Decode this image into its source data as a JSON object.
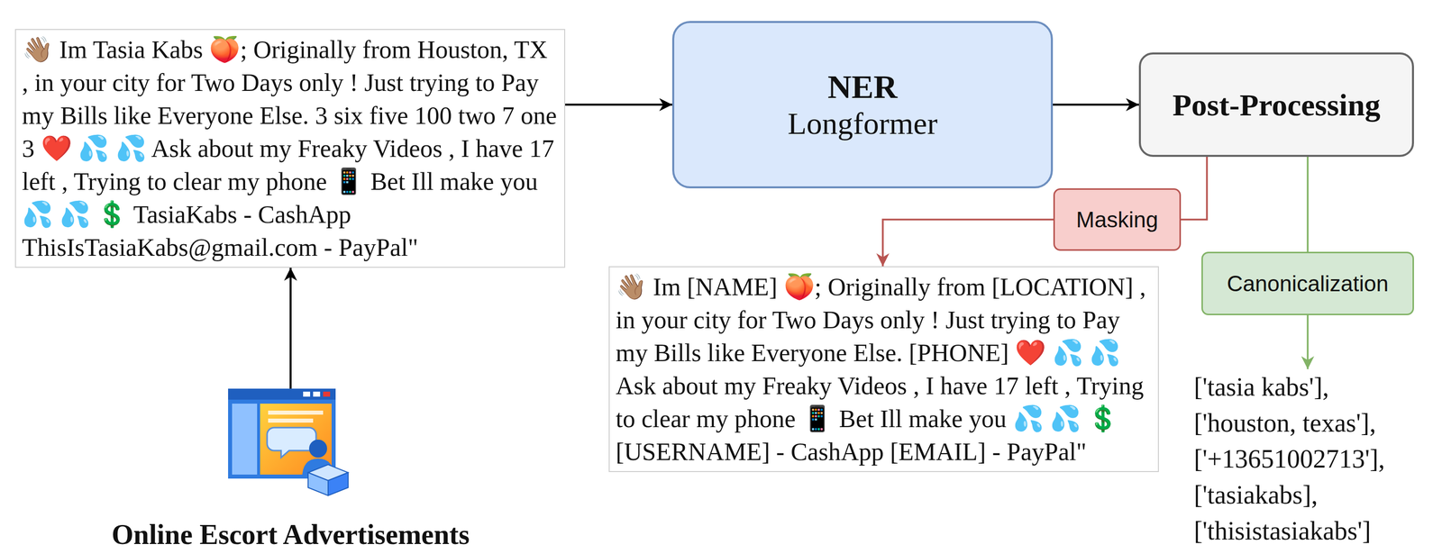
{
  "diagram": {
    "nodes": [
      {
        "text": [
          "👋🏽 Im Tasia Kabs 🍑; Originally from Houston, TX , in your city for Two Days only ! Just trying to Pay my Bills like Everyone Else. 3 six five 100 two 7 one 3 ❤️ 💦 💦 Ask about my Freaky Videos , I have 17 left , Trying to clear my phone 📱 Bet Ill make you 💦 💦 💲 TasiaKabs - CashApp ThisIsTasiaKabs@gmail.com - PayPal\""
        ]
      },
      {
        "text": [
          "NER",
          "Longformer"
        ]
      },
      {
        "text": [
          "Post-Processing"
        ]
      },
      {
        "text": [
          "Masking"
        ]
      },
      {
        "text": [
          "Canonicalization"
        ]
      },
      {
        "text": [
          "👋🏽 Im [NAME] 🍑; Originally from [LOCATION] , in your city for Two Days only ! Just trying to Pay my Bills like Everyone Else. [PHONE] ❤️ 💦 💦 Ask about my Freaky Videos , I have 17 left , Trying to clear my phone 📱 Bet Ill make you 💦 💦 💲 [USERNAME] - CashApp [EMAIL] - PayPal\""
        ]
      },
      {
        "text": [
          "Online Escort Advertisements"
        ]
      }
    ],
    "edges": [
      {
        "from": 0,
        "to": 1,
        "arrow": "to"
      },
      {
        "from": 1,
        "to": 2,
        "arrow": "to"
      },
      {
        "from": 2,
        "to": 3,
        "arrow": "none"
      },
      {
        "from": 3,
        "to": 5,
        "arrow": "to"
      },
      {
        "from": 2,
        "to": 4,
        "arrow": "none"
      },
      {
        "from": 6,
        "to": 0,
        "arrow": "to"
      }
    ],
    "labels": [
      "['tasia kabs'],",
      "['houston, texas'],",
      "['+13651002713'],",
      "['tasiakabs],",
      "['thisistasiakabs']"
    ]
  }
}
